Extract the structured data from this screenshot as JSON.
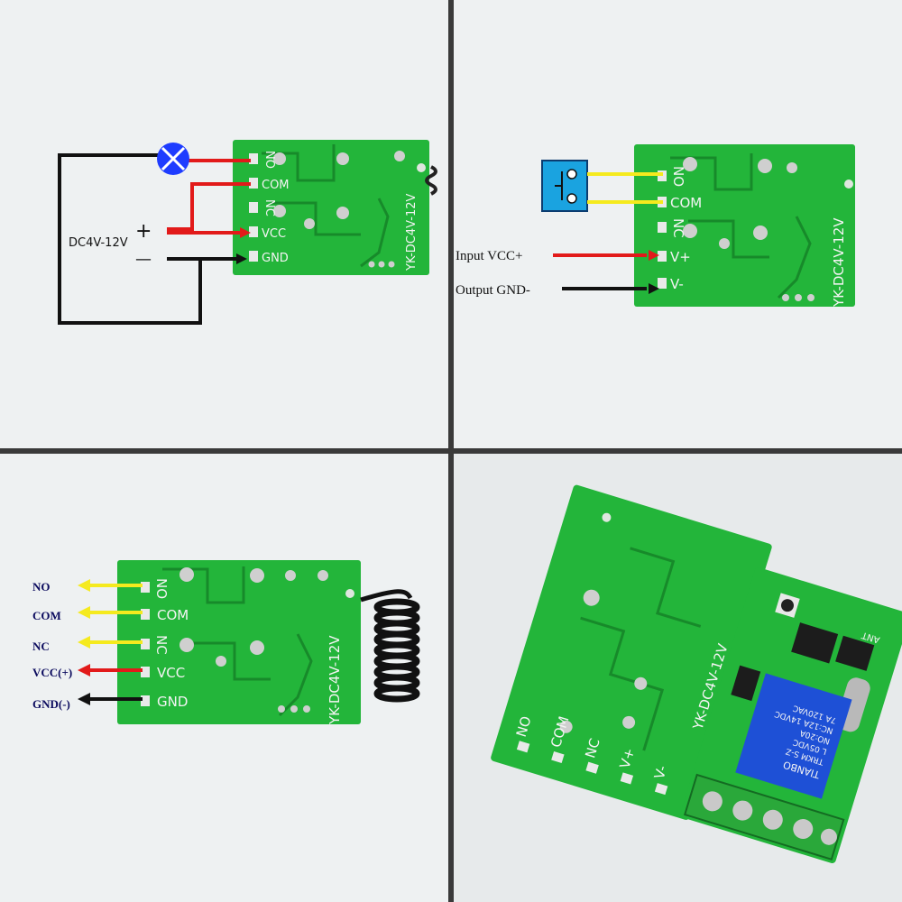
{
  "colors": {
    "pcb_green": "#23b53a",
    "wire_red": "#e21a1a",
    "wire_yellow": "#f5ea1e",
    "wire_black": "#111111",
    "bulb_blue": "#1e3cff",
    "relay_blue": "#1e50d6"
  },
  "board": {
    "model": "YK-DC4V-12V",
    "pins": [
      "NO",
      "COM",
      "NC",
      "VCC",
      "GND"
    ],
    "pins_alt": [
      "NO",
      "COM",
      "NC",
      "V+",
      "V-"
    ]
  },
  "panel1": {
    "supply_label": "DC4V-12V",
    "plus": "+",
    "minus": "—"
  },
  "panel2": {
    "input_label": "Input VCC+",
    "output_label": "Output GND-"
  },
  "panel3": {
    "labels": [
      "NO",
      "COM",
      "NC",
      "VCC(+)",
      "GND(-)"
    ]
  },
  "panel4": {
    "relay_brand": "TIANBO",
    "relay_model": "TRKM S-Z",
    "relay_coil": "L 05VDC",
    "relay_no": "NO:20A",
    "relay_nc": "NC:12A 14VDC",
    "relay_rating": "7A 120VAC",
    "ant_label": "ANT"
  }
}
